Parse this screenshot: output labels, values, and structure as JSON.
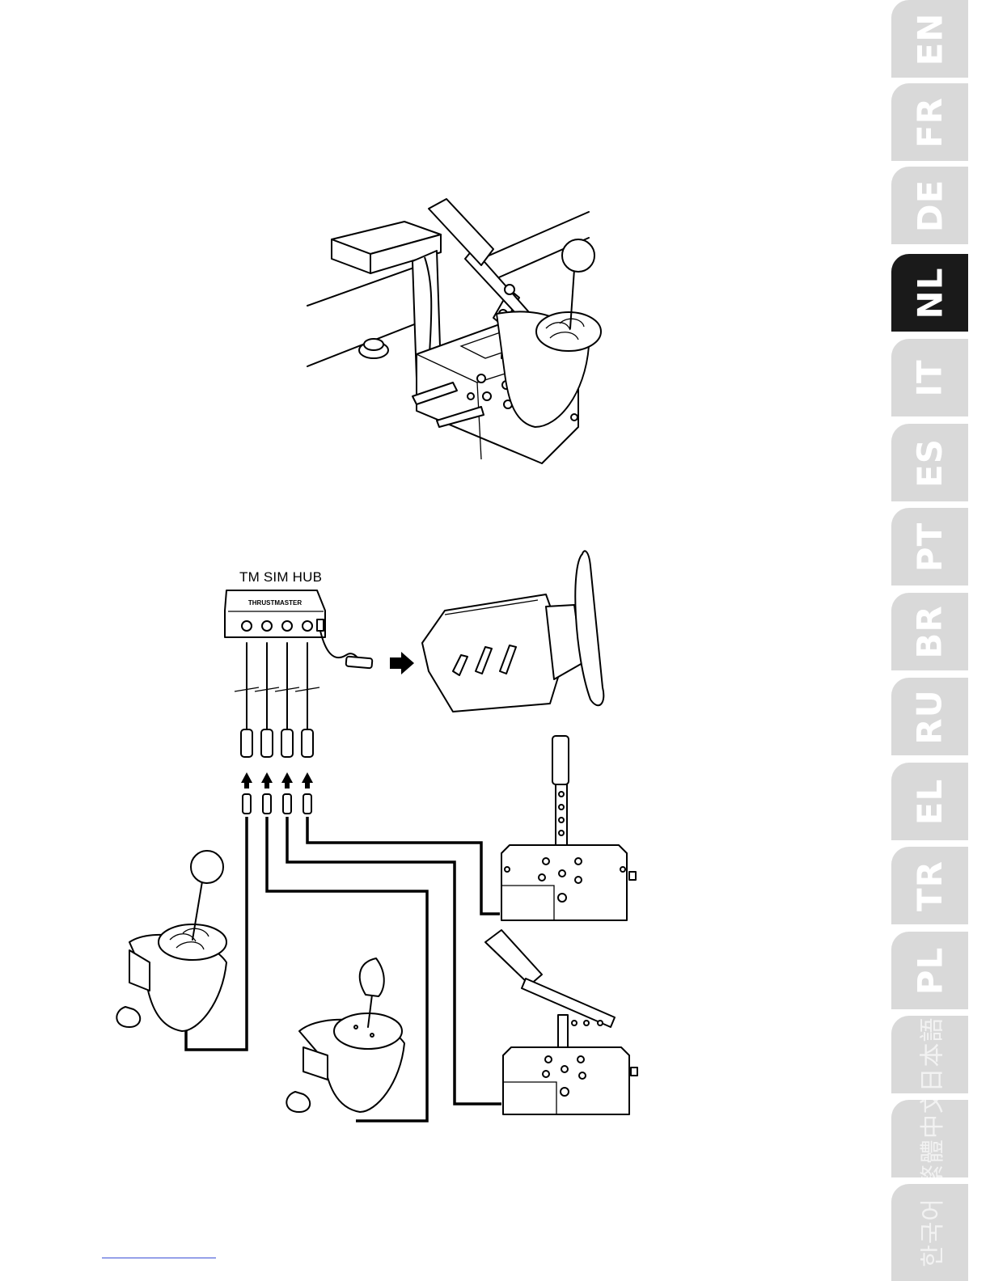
{
  "languages": [
    {
      "code": "EN",
      "active": false
    },
    {
      "code": "FR",
      "active": false
    },
    {
      "code": "DE",
      "active": false
    },
    {
      "code": "NL",
      "active": true
    },
    {
      "code": "IT",
      "active": false
    },
    {
      "code": "ES",
      "active": false
    },
    {
      "code": "PT",
      "active": false
    },
    {
      "code": "BR",
      "active": false
    },
    {
      "code": "RU",
      "active": false
    },
    {
      "code": "EL",
      "active": false
    },
    {
      "code": "TR",
      "active": false
    },
    {
      "code": "PL",
      "active": false
    },
    {
      "code": "日本語",
      "active": false
    },
    {
      "code": "繁體中文",
      "active": false
    },
    {
      "code": "한국어",
      "active": false
    }
  ],
  "diagram": {
    "hub_title": "TM SIM HUB",
    "hub_brand": "THRUSTMASTER"
  }
}
